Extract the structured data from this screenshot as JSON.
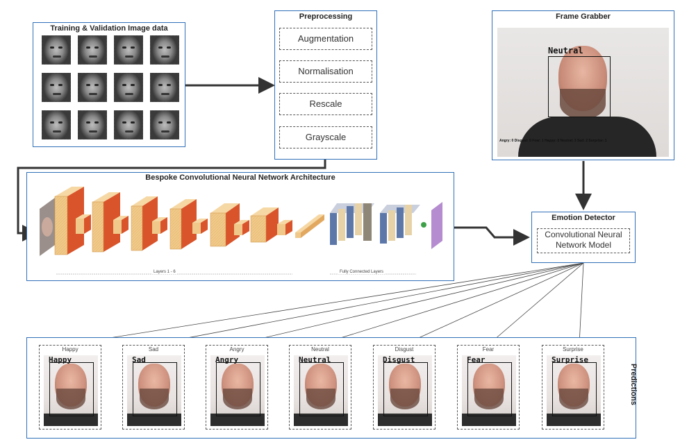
{
  "training": {
    "title": "Training & Validation Image data",
    "faces": [
      "face-1",
      "face-2",
      "face-3",
      "face-4",
      "face-5",
      "face-6",
      "face-7",
      "face-8",
      "face-9",
      "face-10",
      "face-11",
      "face-12"
    ]
  },
  "preprocessing": {
    "title": "Preprocessing",
    "items": [
      "Augmentation",
      "Normalisation",
      "Rescale",
      "Grayscale"
    ]
  },
  "frame_grabber": {
    "title": "Frame Grabber",
    "overlay_label": "Neutral",
    "scores_text": "Angry: 0  Disgust: 0  Fear: 1  Happy: 0  Neutral: 3  Sad: 2  Surprise: 1"
  },
  "cnn": {
    "title": "Bespoke Convolutional Neural Network Architecture",
    "layers_label": "Layers 1 - 6",
    "fc_label": "Fully Connected Layers"
  },
  "detector": {
    "title": "Emotion Detector",
    "model_label": "Convolutional Neural Network Model"
  },
  "predictions": {
    "side_label": "Predictions",
    "items": [
      {
        "label": "Happy",
        "overlay": "Happy"
      },
      {
        "label": "Sad",
        "overlay": "Sad"
      },
      {
        "label": "Angry",
        "overlay": "Angry"
      },
      {
        "label": "Neutral",
        "overlay": "Neutral"
      },
      {
        "label": "Disgust",
        "overlay": "Disgust"
      },
      {
        "label": "Fear",
        "overlay": "Fear"
      },
      {
        "label": "Surprise",
        "overlay": "Surprise"
      }
    ]
  },
  "colors": {
    "box_border": "#2f6fb8",
    "conv_face": "#f0c98a",
    "conv_side": "#d9542b",
    "fc_blue": "#5d78a8",
    "output": "#b58ccf",
    "arrow": "#333333"
  }
}
